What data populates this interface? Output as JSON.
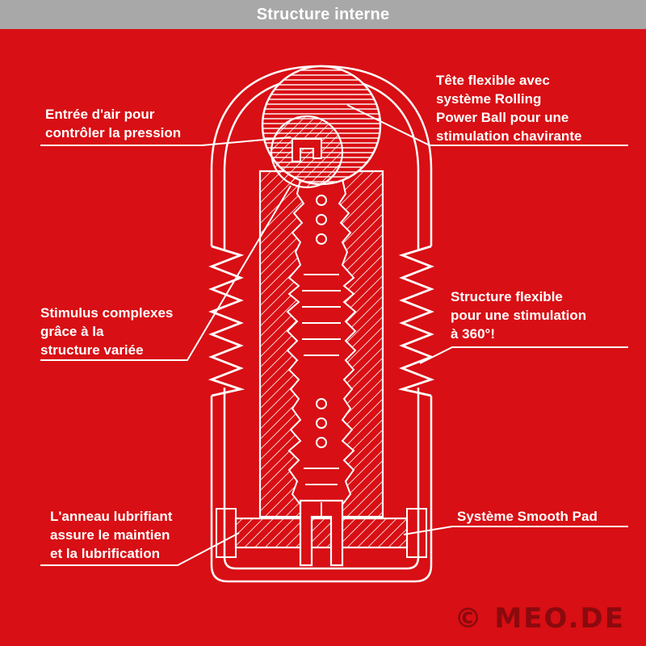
{
  "title": "Structure interne",
  "colors": {
    "background": "#d80f14",
    "header": "#a8a8a8",
    "line": "#ffffff",
    "watermark": "#8a0a0e"
  },
  "labels": {
    "air_inlet": "Entrée d'air pour\ncontrôler la pression",
    "flexible_head": "Tête flexible avec\nsystème Rolling\nPower Ball pour une\nstimulation chavirante",
    "stimulus": "Stimulus complexes\ngrâce à la\nstructure variée",
    "flexible_structure": "Structure flexible\npour une stimulation\nà 360°!",
    "lubricating_ring": "L'anneau lubrifiant\nassure le maintien\net la lubrification",
    "smooth_pad": "Système Smooth Pad"
  },
  "watermark": "© MEO.DE"
}
